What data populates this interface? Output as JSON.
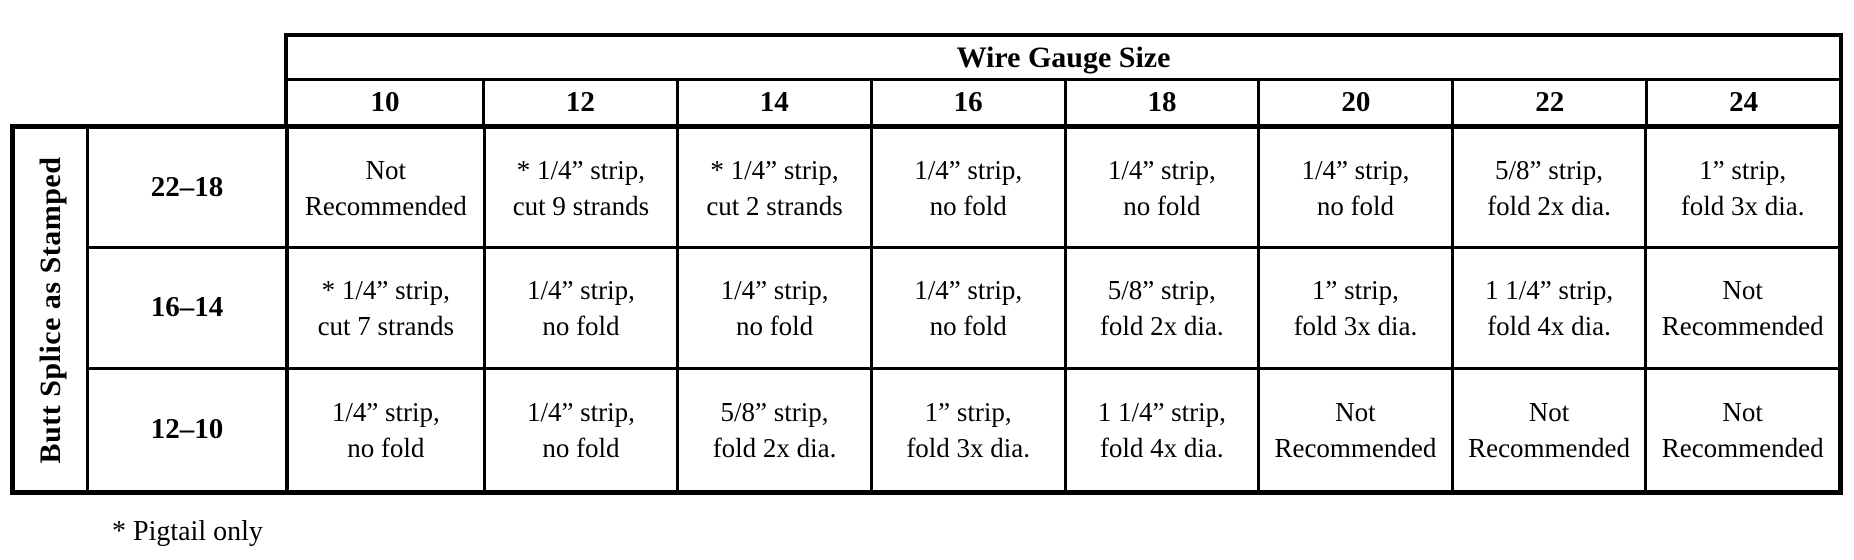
{
  "page": {
    "header": {
      "title": "Wire Gauge Size",
      "columns": [
        "10",
        "12",
        "14",
        "16",
        "18",
        "20",
        "22",
        "24"
      ]
    },
    "side_label": "Butt Splice as Stamped",
    "rows": [
      {
        "label": "22–18",
        "cells": [
          "Not\nRecommended",
          "* 1/4” strip,\ncut 9 strands",
          "* 1/4” strip,\ncut 2 strands",
          "1/4” strip,\nno fold",
          "1/4” strip,\nno fold",
          "1/4” strip,\nno fold",
          "5/8” strip,\nfold 2x dia.",
          "1” strip,\nfold 3x dia."
        ]
      },
      {
        "label": "16–14",
        "cells": [
          "* 1/4” strip,\ncut 7 strands",
          "1/4” strip,\nno fold",
          "1/4” strip,\nno fold",
          "1/4” strip,\nno fold",
          "5/8” strip,\nfold 2x dia.",
          "1” strip,\nfold 3x dia.",
          "1 1/4” strip,\nfold 4x dia.",
          "Not\nRecommended"
        ]
      },
      {
        "label": "12–10",
        "cells": [
          "1/4” strip,\nno fold",
          "1/4” strip,\nno fold",
          "5/8” strip,\nfold 2x dia.",
          "1” strip,\nfold 3x dia.",
          "1 1/4” strip,\nfold 4x dia.",
          "Not\nRecommended",
          "Not\nRecommended",
          "Not\nRecommended"
        ]
      }
    ],
    "footnote": "* Pigtail only"
  }
}
